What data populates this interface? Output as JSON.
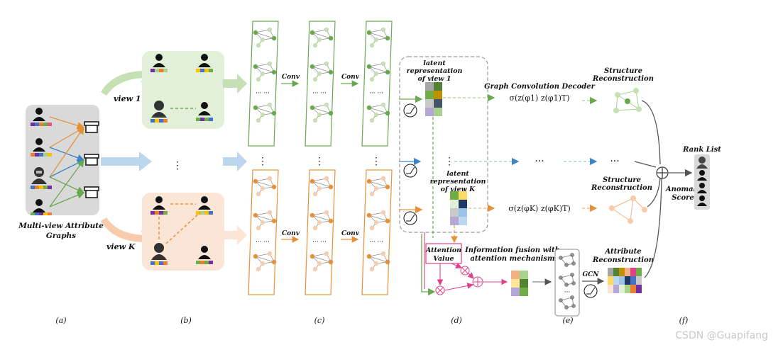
{
  "views": {
    "view1": "view 1",
    "viewK": "view K"
  },
  "multi_view": {
    "title_line1": "Multi-view Attribute",
    "title_line2": "Graphs"
  },
  "conv_labels": [
    "Conv",
    "Conv",
    "Conv",
    "Conv"
  ],
  "latent": {
    "view1": [
      "latent",
      "representation",
      "of view 1"
    ],
    "viewK": [
      "latent",
      "representation",
      "of view K"
    ]
  },
  "decoder": {
    "title": "Graph Convolution Decoder",
    "formula1": "σ(z(φ1) z(φ1)T)",
    "formulaK": "σ(z(φK) z(φK)T)"
  },
  "reconstruction": {
    "structure1": [
      "Structure",
      "Reconstruction"
    ],
    "structureK": [
      "Structure",
      "Reconstruction"
    ],
    "attribute": [
      "Attribute",
      "Reconstruction"
    ]
  },
  "attention": {
    "box_line1": "Attention",
    "box_line2": "Value",
    "fusion_line1": "Information fusion with",
    "fusion_line2": "attention mechanism"
  },
  "gcn_label": "GCN",
  "anomaly": [
    "Anomaly",
    "Score"
  ],
  "rank_list": "Rank List",
  "ellipsis_dots": "···",
  "panel_labels": [
    "(a)",
    "(b)",
    "(c)",
    "(d)",
    "(e)",
    "(f)"
  ],
  "watermark": "CSDN @Guapifang",
  "colors": {
    "green": "#6aa84f",
    "orange": "#e69138",
    "blue": "#3d85c6",
    "pink": "#e0408a",
    "gray_panel": "#d9d9d9",
    "green_panel": "#e2f0d9",
    "orange_panel": "#fbe5d6"
  }
}
